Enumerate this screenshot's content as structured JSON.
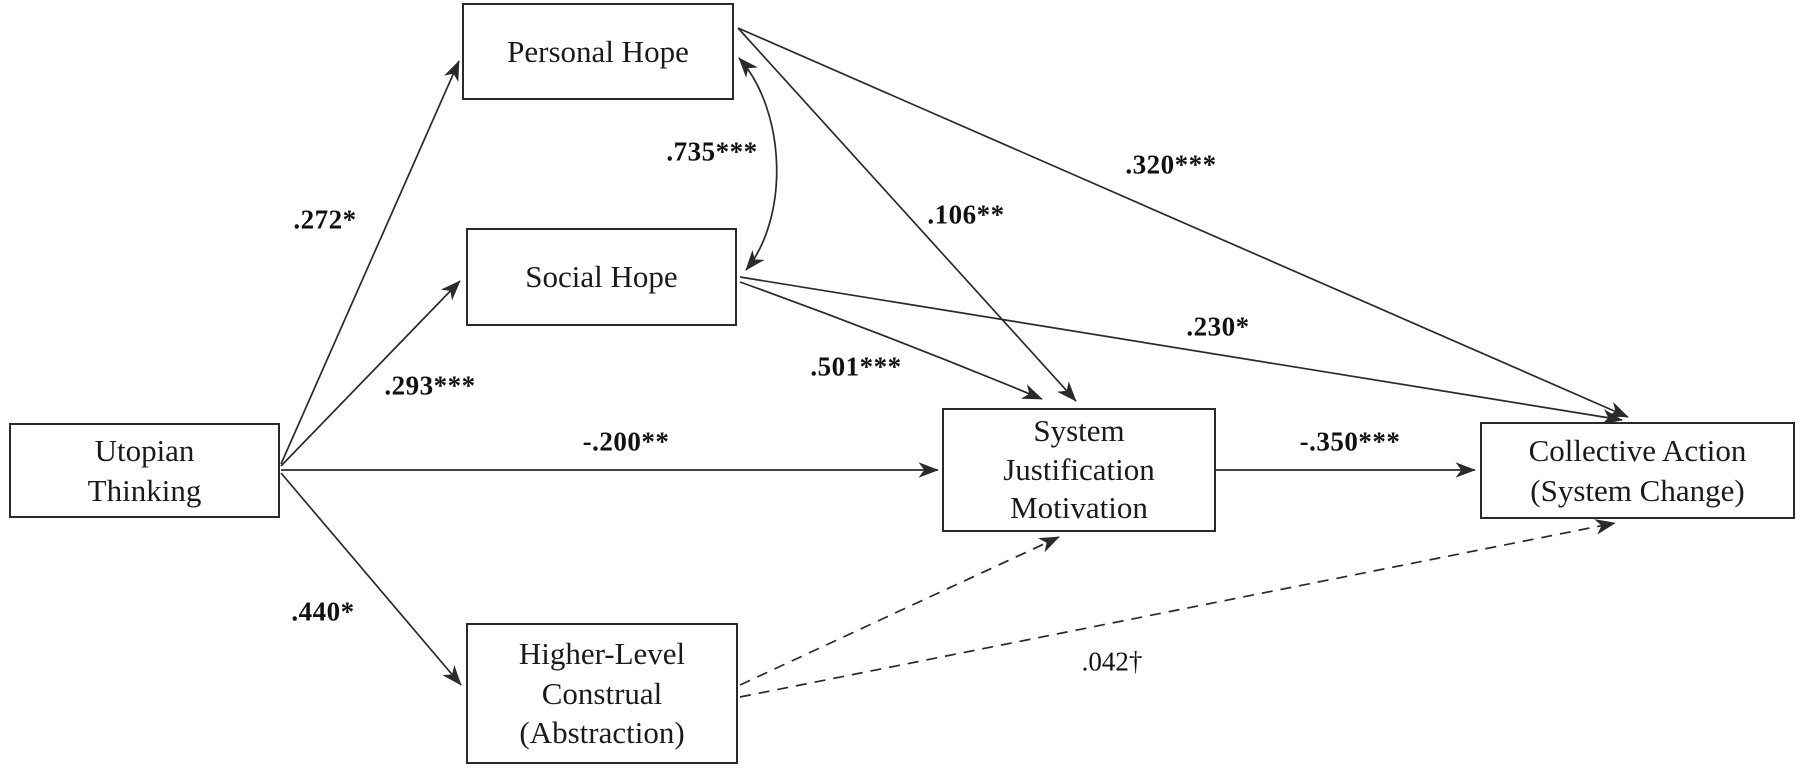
{
  "diagram": {
    "title": "Path model: utopian thinking, hope, construal, system justification, and collective action",
    "colors": {
      "background": "#ffffff",
      "line": "#2a2a2a",
      "text": "#1a1a1a"
    },
    "nodes": {
      "utopian_thinking": {
        "lines": [
          "Utopian",
          "Thinking"
        ]
      },
      "personal_hope": {
        "lines": [
          "Personal Hope"
        ]
      },
      "social_hope": {
        "lines": [
          "Social Hope"
        ]
      },
      "higher_level_construal": {
        "lines": [
          "Higher-Level",
          "Construal",
          "(Abstraction)"
        ]
      },
      "system_justification_motivation": {
        "lines": [
          "System",
          "Justification",
          "Motivation"
        ]
      },
      "collective_action": {
        "lines": [
          "Collective Action",
          "(System Change)"
        ]
      }
    },
    "edges": {
      "utopian_to_personal_hope": {
        "label": ".272*",
        "style": "solid"
      },
      "utopian_to_social_hope": {
        "label": ".293***",
        "style": "solid"
      },
      "utopian_to_system_justification": {
        "label": "-.200**",
        "style": "solid"
      },
      "utopian_to_higher_level_construal": {
        "label": ".440*",
        "style": "solid"
      },
      "personal_hope_social_hope_covariance": {
        "label": ".735***",
        "style": "solid-double-arrow"
      },
      "personal_hope_to_system_justification": {
        "label": ".106**",
        "style": "solid"
      },
      "personal_hope_to_collective_action": {
        "label": ".320***",
        "style": "solid"
      },
      "social_hope_to_collective_action": {
        "label": ".230*",
        "style": "solid"
      },
      "social_hope_to_system_justification": {
        "label": ".501***",
        "style": "solid"
      },
      "system_justification_to_collective_action": {
        "label": "-.350***",
        "style": "solid"
      },
      "higher_level_construal_to_system_justification": {
        "label": "",
        "style": "dashed"
      },
      "higher_level_construal_to_collective_action": {
        "label": ".042†",
        "style": "dashed"
      }
    }
  }
}
